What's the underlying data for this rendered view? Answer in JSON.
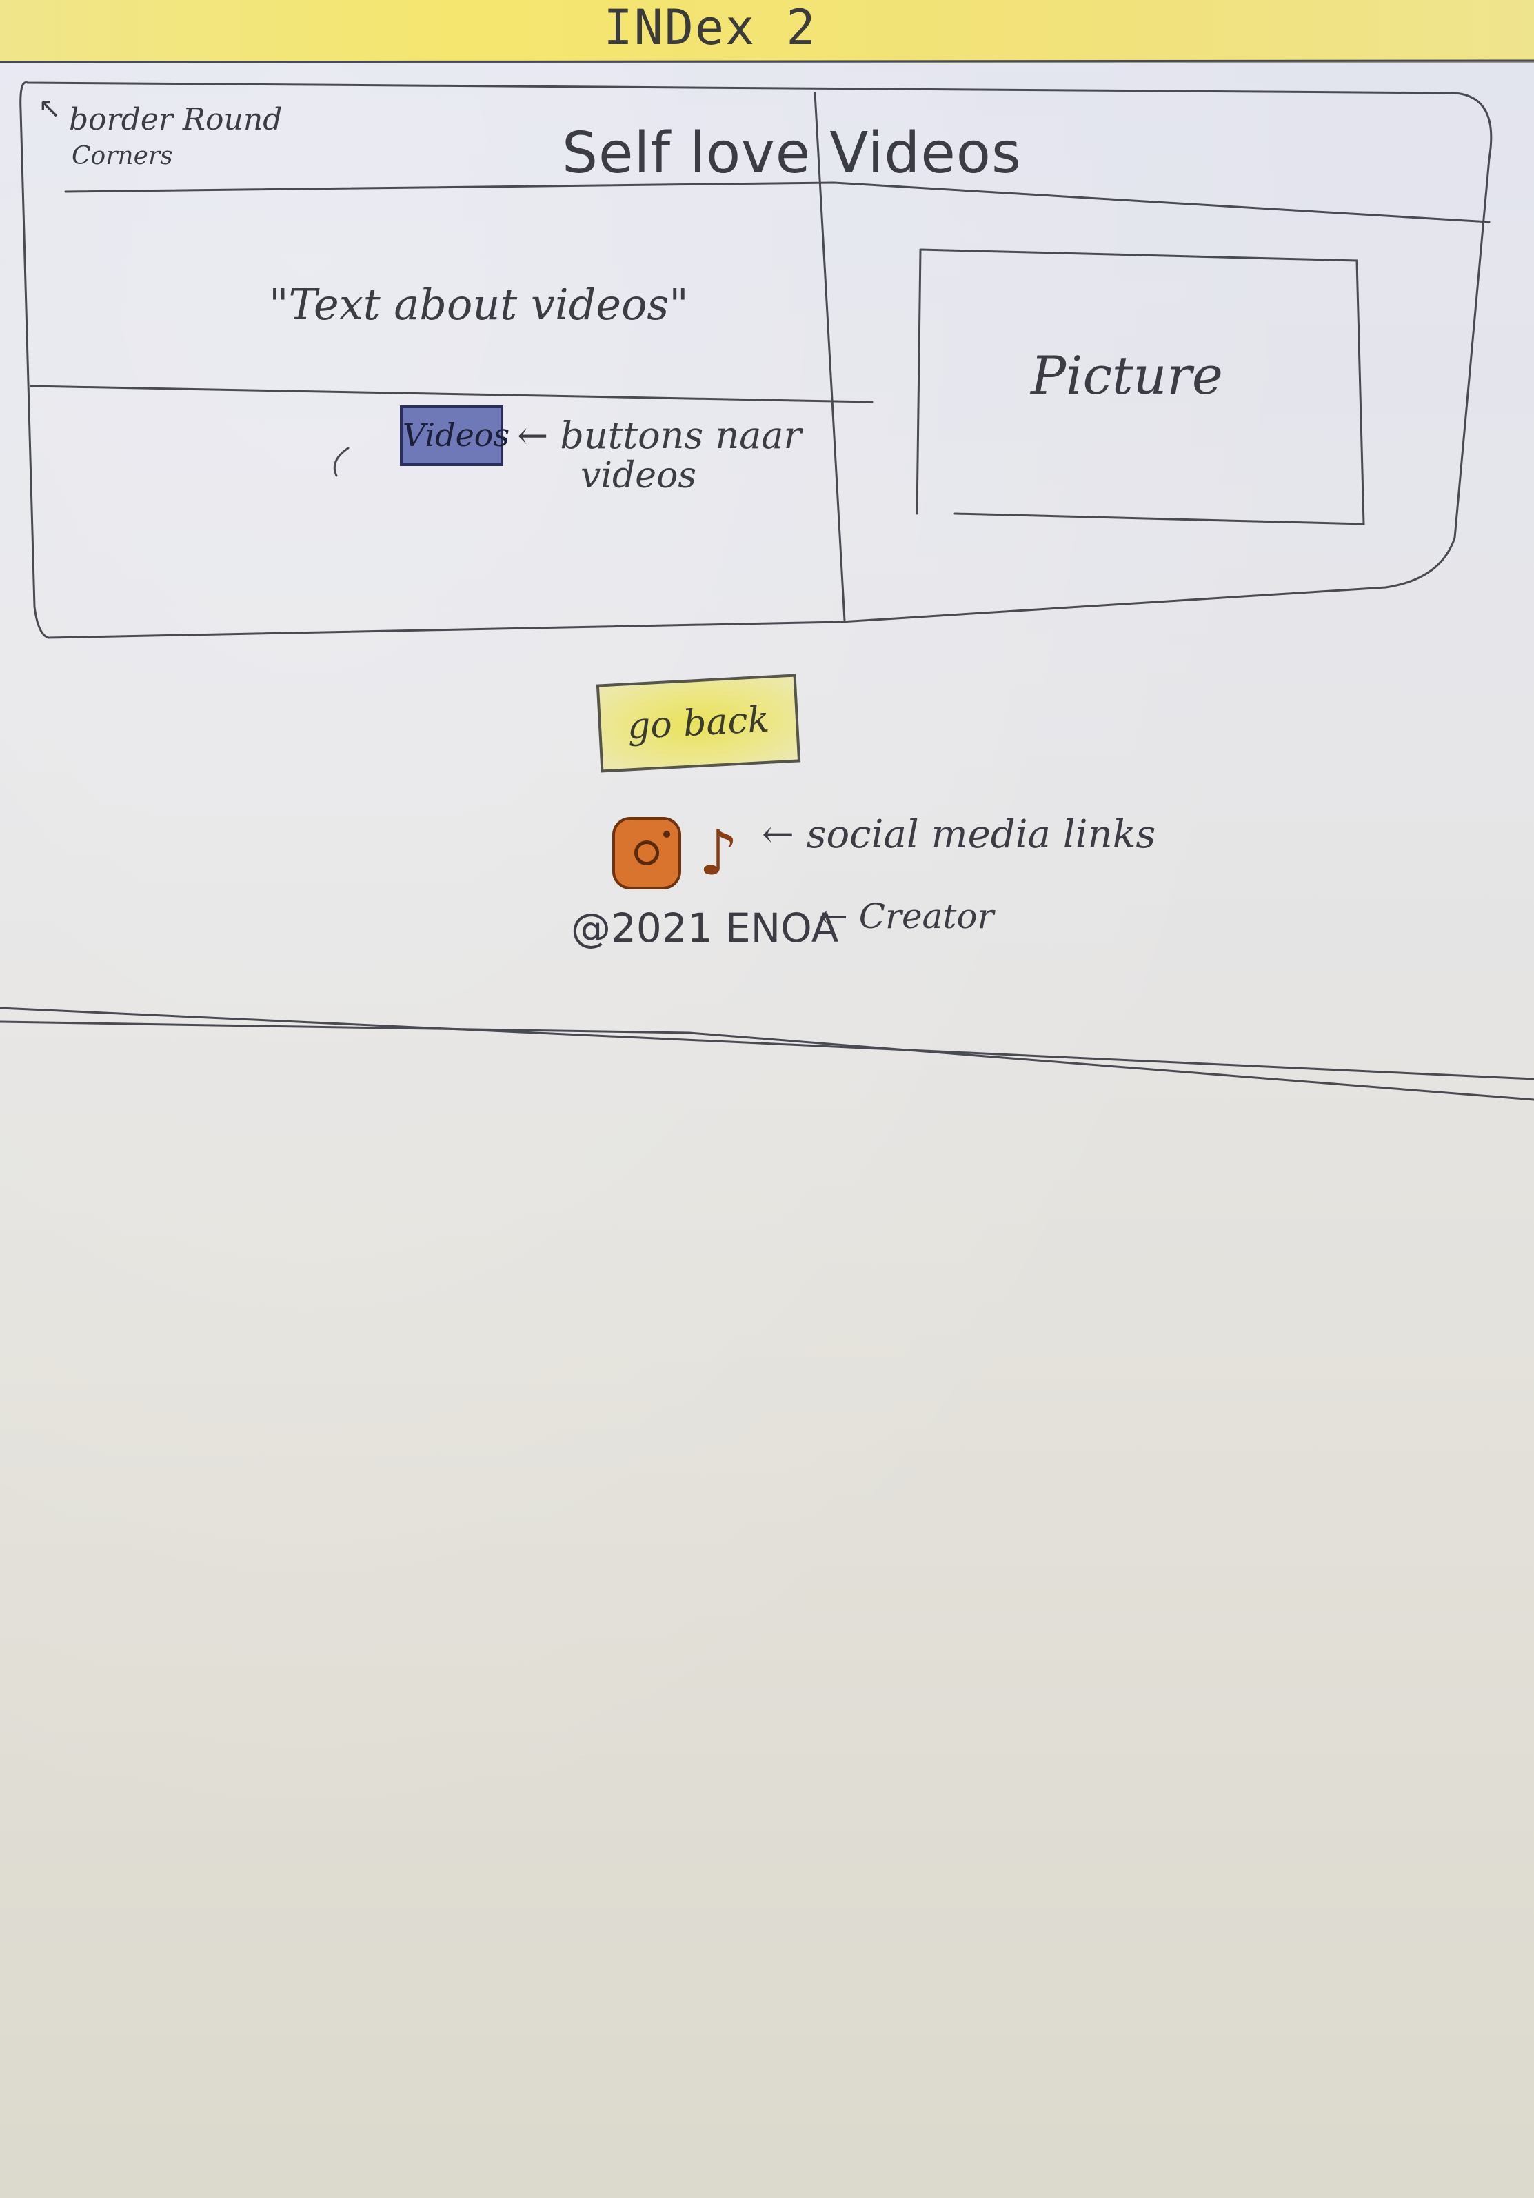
{
  "header": {
    "title": "INDex 2"
  },
  "annotations": {
    "corners_line1": "border Round",
    "corners_line2": "Corners",
    "videos_button_line1": "← buttons naar",
    "videos_button_line2": "videos",
    "social": "← social media links",
    "creator": "← Creator"
  },
  "section": {
    "title": "Self love Videos",
    "text": "\"Text about videos\"",
    "button_label": "Videos",
    "picture_label": "Picture"
  },
  "footer": {
    "go_back_label": "go back",
    "social_icons": [
      "instagram-icon",
      "tiktok-icon"
    ],
    "copyright": "@2021 ENOA"
  },
  "colors": {
    "header_highlight": "#f2e27a",
    "videos_button": "#6f79b8",
    "go_back_button": "#e9e25a",
    "social_icons": "#d8742e"
  }
}
